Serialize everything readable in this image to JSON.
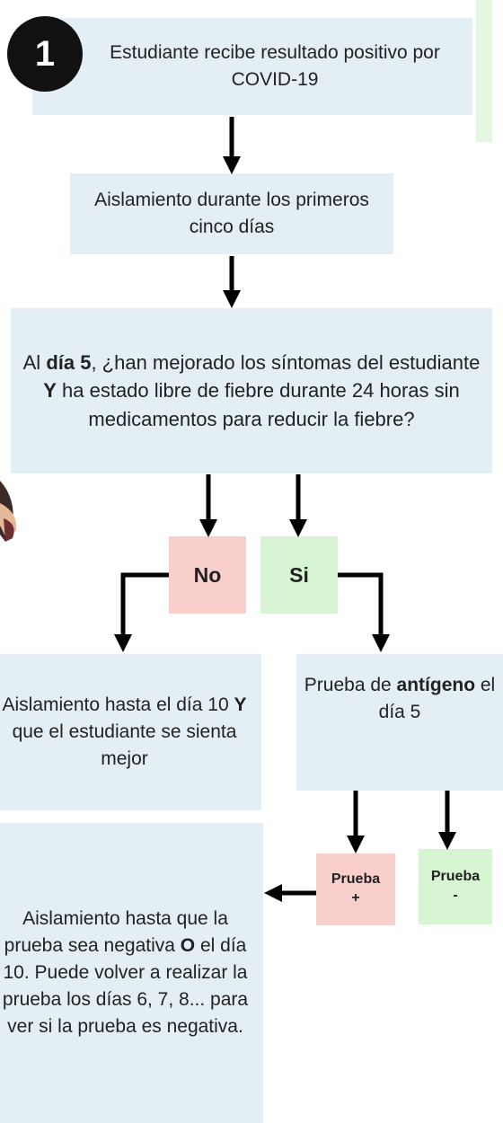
{
  "step_number": "1",
  "boxes": {
    "positive": {
      "text": "Estudiante recibe resultado positivo por COVID-19"
    },
    "isolation5": {
      "text": "Aislamiento durante los primeros cinco días"
    },
    "question": {
      "t1": "Al ",
      "b1": "día 5",
      "t2": ", ¿han mejorado los síntomas del estudiante ",
      "b2": "Y",
      "t3": " ha estado libre de fiebre durante 24 horas sin medicamentos para reducir la fiebre?"
    },
    "no_label": "No",
    "si_label": "Si",
    "isolation10": {
      "t1": "Aislamiento hasta el día 10 ",
      "b1": "Y",
      "t2": " que el estudiante se sienta mejor"
    },
    "antigen": {
      "t1": "Prueba de ",
      "b1": "antígeno",
      "t2": " el día 5"
    },
    "test_pos": "Prueba +",
    "test_neg": "Prueba -",
    "isolation_neg": {
      "t1": "Aislamiento hasta que la prueba sea negativa ",
      "b1": "O",
      "t2": " el día 10. Puede volver a realizar la prueba los días 6, 7, 8... para ver si la prueba es negativa."
    }
  },
  "colors": {
    "box_blue": "#e4eef5",
    "box_pink": "#f9cfcb",
    "box_green": "#d7f5d3",
    "arrow": "#000000"
  }
}
